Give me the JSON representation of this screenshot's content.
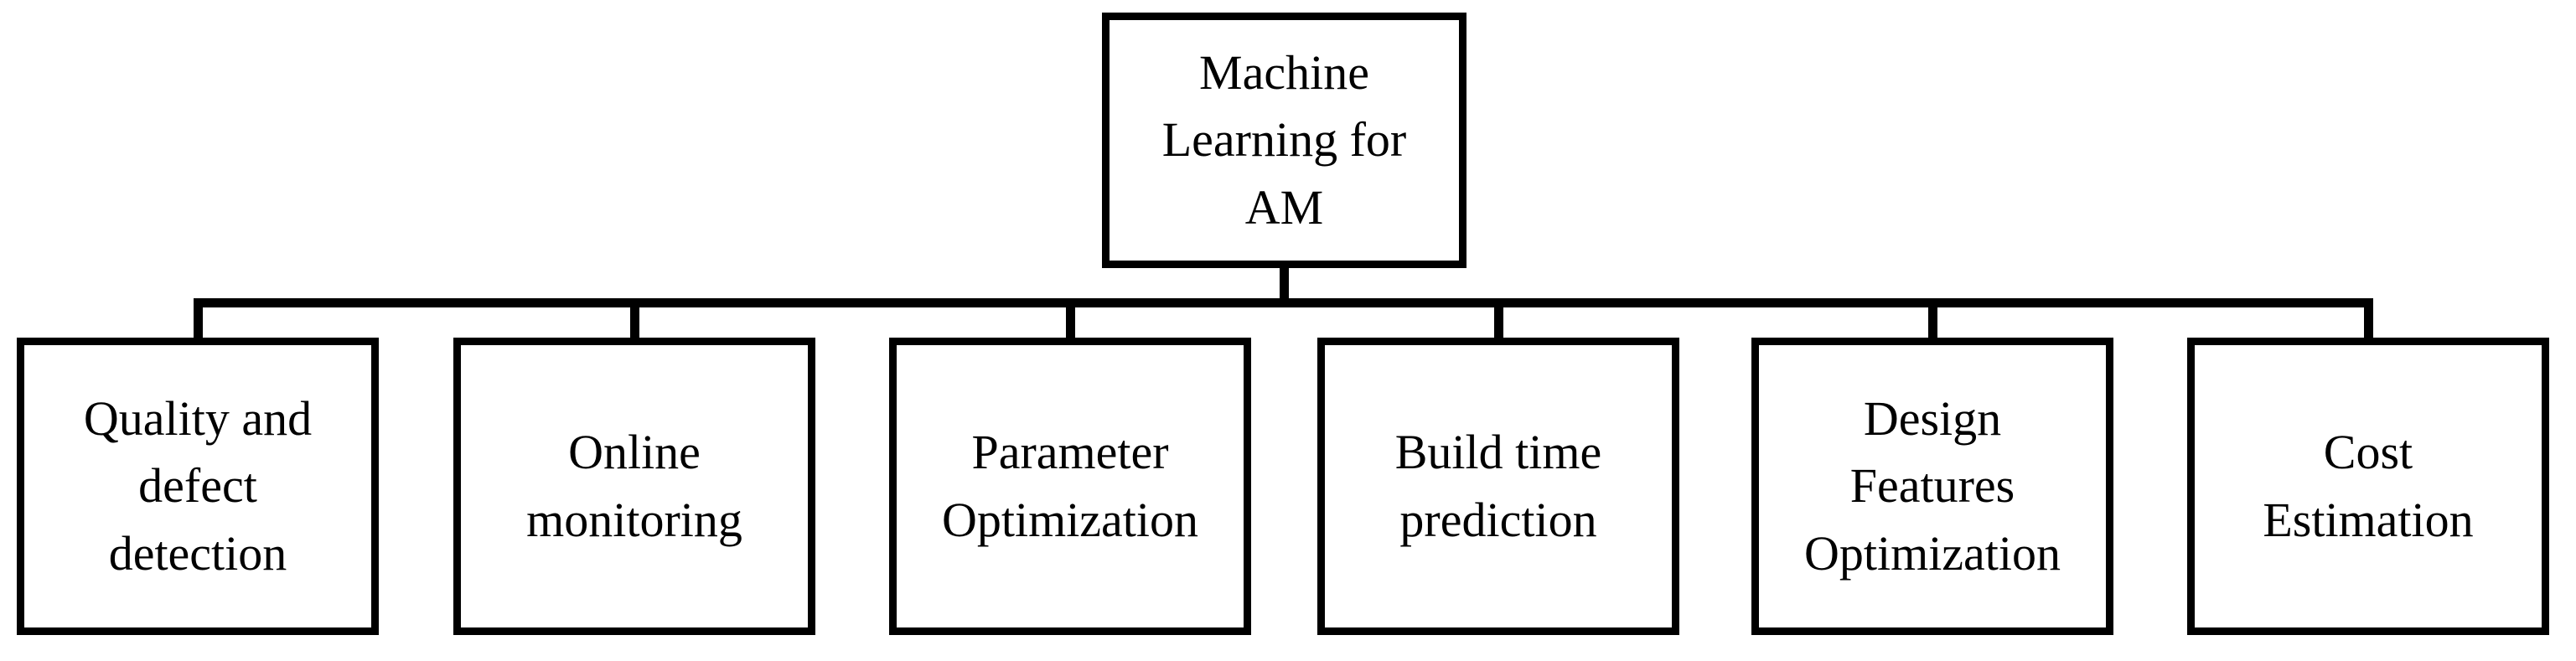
{
  "diagram": {
    "title": "Machine Learning for AM applications tree",
    "colors": {
      "border": "#000000",
      "background": "#ffffff",
      "text": "#000000"
    },
    "root": {
      "label": "Machine\nLearning for\nAM"
    },
    "children": [
      {
        "label": "Quality and\ndefect\ndetection"
      },
      {
        "label": "Online\nmonitoring"
      },
      {
        "label": "Parameter\nOptimization"
      },
      {
        "label": "Build time\nprediction"
      },
      {
        "label": "Design\nFeatures\nOptimization"
      },
      {
        "label": "Cost\nEstimation"
      }
    ]
  }
}
